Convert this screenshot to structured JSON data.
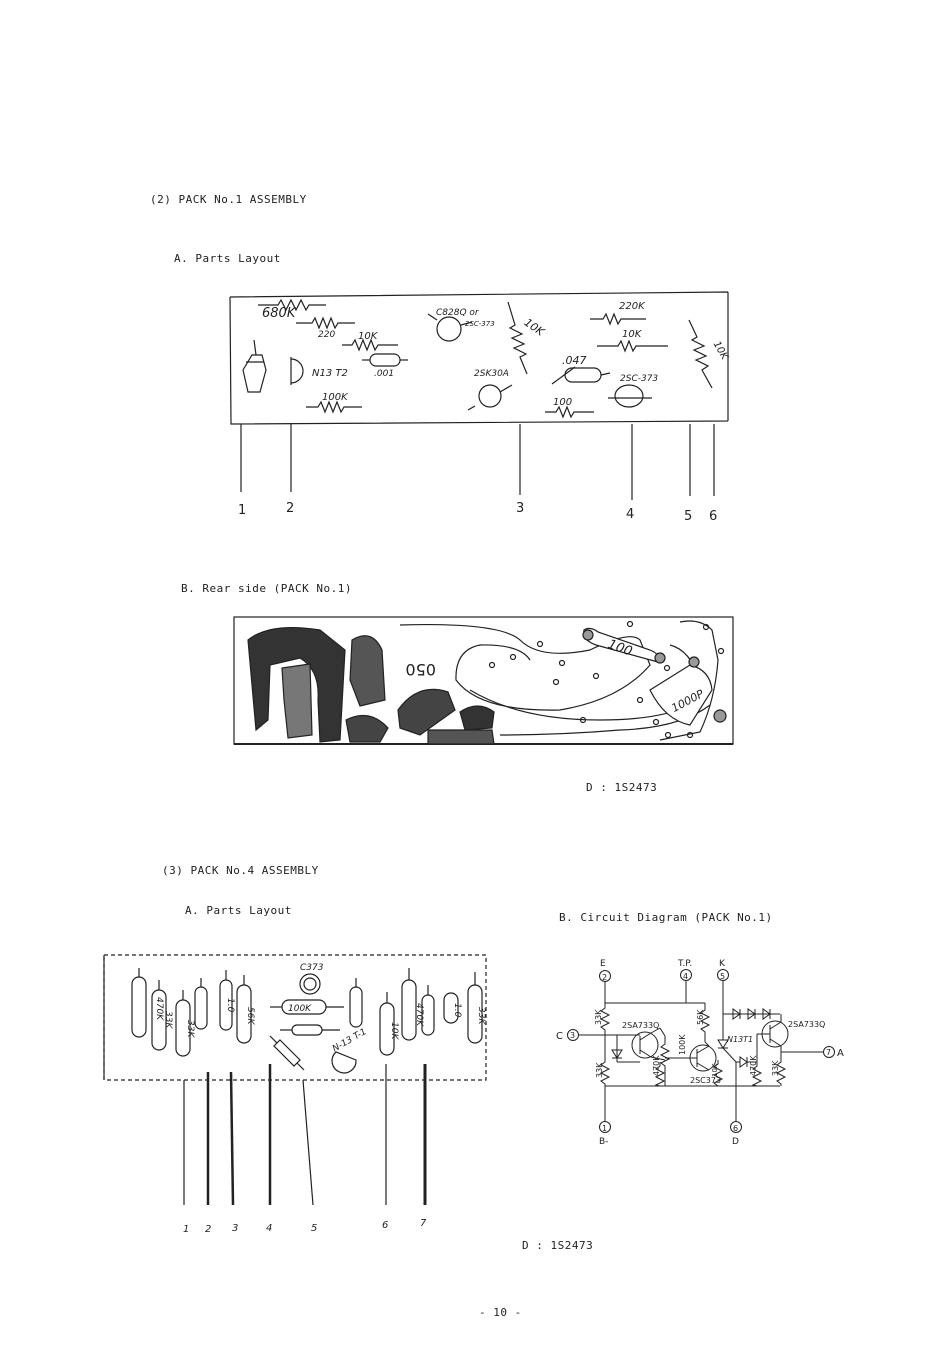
{
  "section2": {
    "heading": "(2) PACK No.1 ASSEMBLY",
    "partsLayoutTitle": "A. Parts Layout",
    "partsLabels": {
      "r680k": "680K",
      "r220": "220",
      "r10k": "10K",
      "c001": ".001",
      "n13t2": "N13 T2",
      "r100k": "100K",
      "c828": "C828Q or",
      "c828b": "2SC-373",
      "sk30": "2SK30A",
      "r10kAngled": "10K",
      "c047": ".047",
      "r100": "100",
      "r220k": "220K",
      "r10kB": "10K",
      "sc373": "2SC-373",
      "r10kRight": "10K"
    },
    "pins": [
      "1",
      "2",
      "3",
      "4",
      "5",
      "6"
    ],
    "rearTitle": "B. Rear side (PACK No.1)",
    "rearLabels": {
      "r100": "100",
      "c1000p": "1000P",
      "code": "050"
    },
    "dNote": "D : 1S2473"
  },
  "section3": {
    "heading": "(3) PACK No.4 ASSEMBLY",
    "partsLayoutTitle": "A. Parts Layout",
    "partsLabels": {
      "r470kA": "470K",
      "r33kA": "33K",
      "r33kB": "33K",
      "c10": "1.0",
      "r56k": "56K",
      "c373": "C373",
      "r100k": "100K",
      "n13t1": "N-13 T-1",
      "r10k": "10K",
      "r470kB": "470K",
      "c10b": "1.0",
      "r33kC": "33K"
    },
    "pins": [
      "1",
      "2",
      "3",
      "4",
      "5",
      "6",
      "7"
    ],
    "circuitTitle": "B. Circuit Diagram (PACK No.1)",
    "circuit": {
      "tE": "E",
      "n2": "2",
      "tTP": "T.P.",
      "n4": "4",
      "tK": "K",
      "n5": "5",
      "tC": "C",
      "n3": "3",
      "tA": "A",
      "n7": "7",
      "n1": "1",
      "tB": "B-",
      "n6": "6",
      "tD": "D",
      "r33kTop": "33K",
      "r33kBot": "33K",
      "q1": "2SA733Q",
      "r56k": "56K",
      "r100k": "100K",
      "r470kA": "470K",
      "q2": "2SC373",
      "r10k": "10K",
      "n13t1": "N13T1",
      "r470kB": "470K",
      "r33kRight": "33K",
      "q3": "2SA733Q"
    },
    "dNote": "D : 1S2473"
  },
  "page": {
    "number": "- 10 -"
  }
}
